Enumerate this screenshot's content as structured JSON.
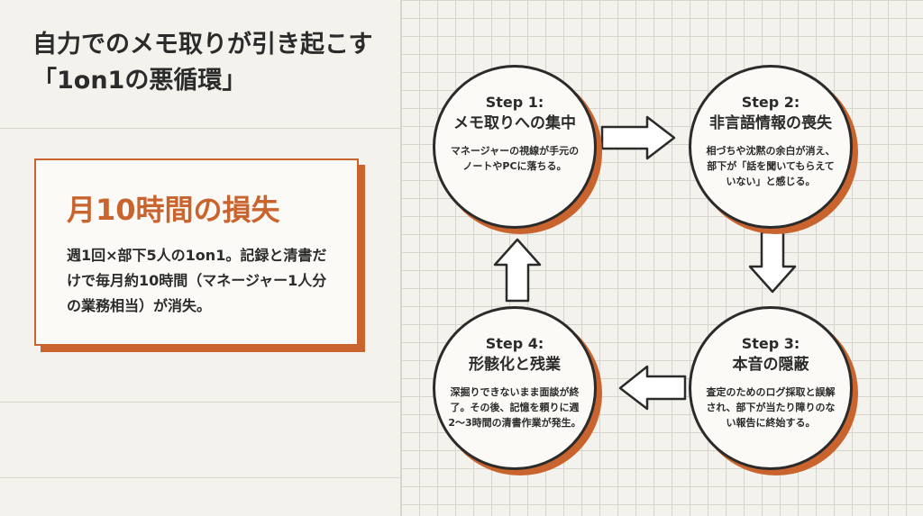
{
  "title": "自力でのメモ取りが引き起こす「1on1の悪循環」",
  "loss": {
    "title": "月10時間の損失",
    "description": "週1回×部下5人の1on1。記録と清書だけで毎月約10時間（マネージャー1人分の業務相当）が消失。"
  },
  "steps": [
    {
      "label": "Step 1:",
      "title": "メモ取りへの集中",
      "description": "マネージャーの視線が手元のノートやPCに落ちる。"
    },
    {
      "label": "Step 2:",
      "title": "非言語情報の喪失",
      "description": "相づちや沈黙の余白が消え、部下が「話を聞いてもらえていない」と感じる。"
    },
    {
      "label": "Step 3:",
      "title": "本音の隠蔽",
      "description": "査定のためのログ採取と誤解され、部下が当たり障りのない報告に終始する。"
    },
    {
      "label": "Step 4:",
      "title": "形骸化と残業",
      "description": "深掘りできないまま面談が終了。その後、記憶を頼りに週2〜3時間の清書作業が発生。"
    }
  ],
  "colors": {
    "accent": "#c9642e",
    "ink": "#2b2b2b",
    "background": "#f4f2ec"
  }
}
